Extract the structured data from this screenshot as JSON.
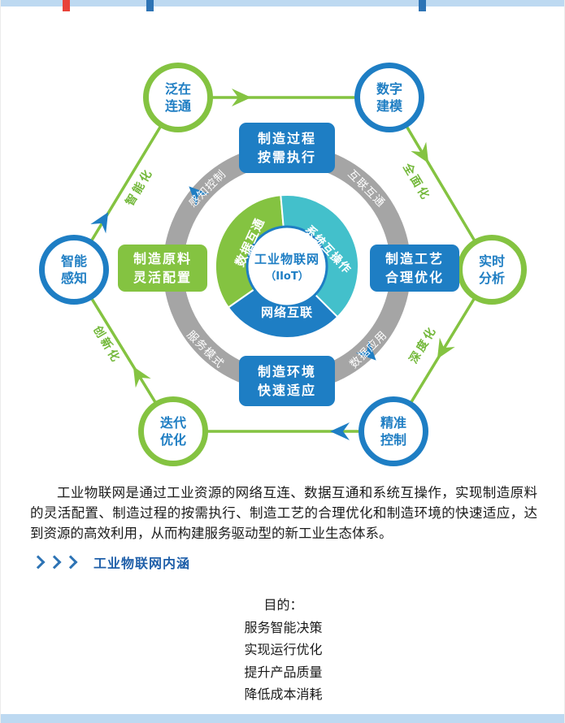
{
  "colors": {
    "green": "#84c341",
    "blue": "#1e7ec4",
    "teal": "#43c0cb",
    "ring_gray": "#a5a5a5",
    "node_text_blue": "#1f7ec3",
    "header_blue": "#1f5fa9",
    "chevron_blue": "#2e74b5",
    "bar_light_blue": "#bdd9f1",
    "marker_red": "#e8433a"
  },
  "diagram": {
    "outer_nodes": [
      {
        "lines": [
          "泛在",
          "连通"
        ],
        "color": "green"
      },
      {
        "lines": [
          "数字",
          "建模"
        ],
        "color": "blue"
      },
      {
        "lines": [
          "实时",
          "分析"
        ],
        "color": "green"
      },
      {
        "lines": [
          "精准",
          "控制"
        ],
        "color": "blue"
      },
      {
        "lines": [
          "迭代",
          "优化"
        ],
        "color": "green"
      },
      {
        "lines": [
          "智能",
          "感知"
        ],
        "color": "blue"
      }
    ],
    "edge_labels": [
      "智能化",
      "全面化",
      "深度化",
      "创新化"
    ],
    "ring_labels": [
      "感知控制",
      "互联互通",
      "服务模式",
      "数据应用"
    ],
    "segments": [
      {
        "label": "数据互通",
        "color": "green"
      },
      {
        "label": "系统互操作",
        "color": "teal"
      },
      {
        "label": "网络互联",
        "color": "blue"
      }
    ],
    "center": {
      "line1": "工业物联网",
      "line2": "（IIoT）"
    },
    "boxes": [
      {
        "lines": [
          "制造过程",
          "按需执行"
        ],
        "color": "blue"
      },
      {
        "lines": [
          "制造工艺",
          "合理优化"
        ],
        "color": "blue"
      },
      {
        "lines": [
          "制造环境",
          "快速适应"
        ],
        "color": "blue"
      },
      {
        "lines": [
          "制造原料",
          "灵活配置"
        ],
        "color": "green"
      }
    ]
  },
  "paragraph": "工业物联网是通过工业资源的网络互连、数据互通和系统互操作，实现制造原料的灵活配置、制造过程的按需执行、制造工艺的合理优化和制造环境的快速适应，达到资源的高效利用，从而构建服务驱动型的新工业生态体系。",
  "section": {
    "marker_icon": "triple-chevron-right",
    "title": "工业物联网内涵"
  },
  "purpose": {
    "heading": "目的：",
    "items": [
      "服务智能决策",
      "实现运行优化",
      "提升产品质量",
      "降低成本消耗"
    ]
  }
}
